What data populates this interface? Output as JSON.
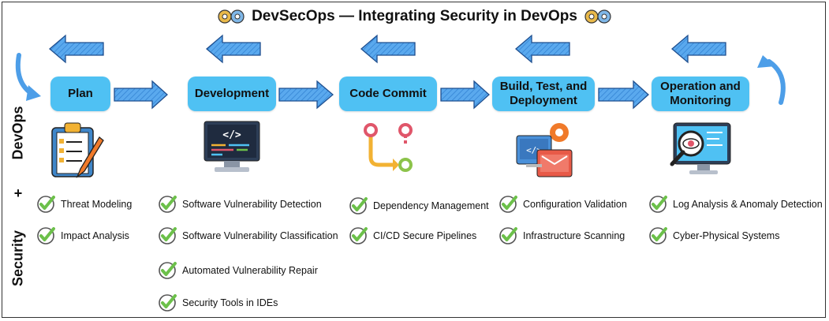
{
  "title": "DevSecOps — Integrating Security in DevOps",
  "side_labels": {
    "devops": "DevOps",
    "plus": "+",
    "security": "Security"
  },
  "stages": [
    {
      "label": "Plan",
      "icon": "clipboard-checklist-icon"
    },
    {
      "label": "Development",
      "icon": "code-monitor-icon"
    },
    {
      "label": "Code Commit",
      "icon": "git-branch-icon"
    },
    {
      "label": "Build, Test, and Deployment",
      "icon": "build-deploy-icon"
    },
    {
      "label": "Operation and Monitoring",
      "icon": "monitoring-eye-icon"
    }
  ],
  "security_items": [
    [
      "Threat Modeling",
      "Impact Analysis"
    ],
    [
      "Software Vulnerability Detection",
      "Software Vulnerability Classification",
      "Automated Vulnerability Repair",
      "Security Tools in IDEs"
    ],
    [
      "Dependency Management",
      "CI/CD Secure Pipelines"
    ],
    [
      "Configuration Validation",
      "Infrastructure Scanning"
    ],
    [
      "Log Analysis & Anomaly Detection",
      "Cyber-Physical Systems"
    ]
  ],
  "colors": {
    "stage": "#4fc1f3",
    "arrow": "#4d9ee8",
    "check": "#6cc04a"
  }
}
